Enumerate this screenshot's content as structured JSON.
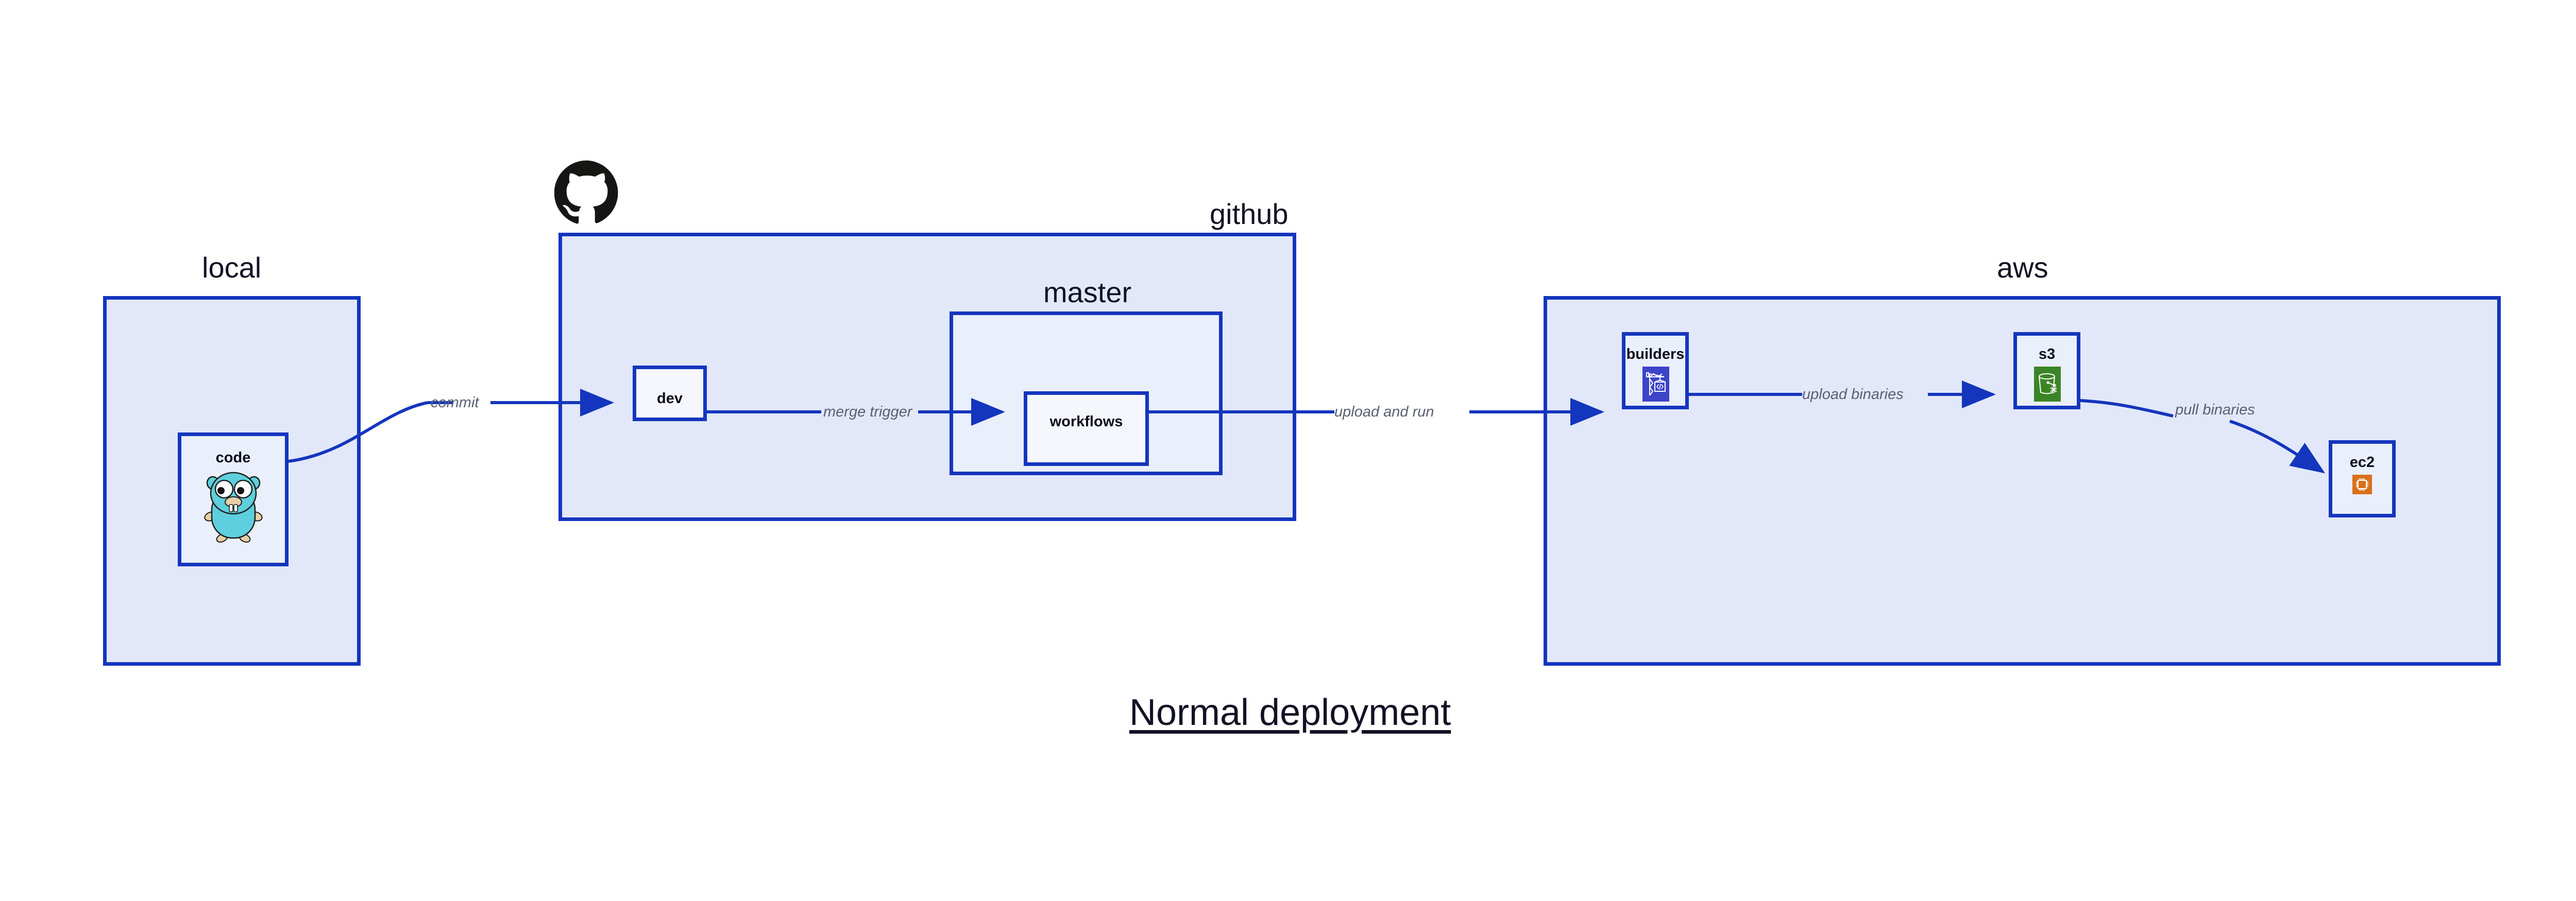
{
  "diagram": {
    "caption": "Normal deployment",
    "accent_border": "#1435bd",
    "group_fill": "#e2e8fa",
    "node_fill": "#eaeffc",
    "edge_label_color": "#5a6072",
    "title_color": "#121225"
  },
  "groups": [
    {
      "id": "local",
      "label": "local"
    },
    {
      "id": "github",
      "label": "github"
    },
    {
      "id": "aws",
      "label": "aws"
    }
  ],
  "subgroups": [
    {
      "id": "master",
      "label": "master",
      "parent": "github"
    }
  ],
  "nodes": [
    {
      "id": "code",
      "label": "code",
      "group": "local",
      "icon": "go-gopher-icon",
      "icon_color": "#5ecfdd"
    },
    {
      "id": "dev",
      "label": "dev",
      "group": "github",
      "icon": null,
      "icon_color": null
    },
    {
      "id": "workflows",
      "label": "workflows",
      "group": "master",
      "icon": null,
      "icon_color": null
    },
    {
      "id": "builders",
      "label": "builders",
      "group": "aws",
      "icon": "aws-codebuild-icon",
      "icon_color": "#3c44c8"
    },
    {
      "id": "s3",
      "label": "s3",
      "group": "aws",
      "icon": "aws-s3-bucket-icon",
      "icon_color": "#3c8527"
    },
    {
      "id": "ec2",
      "label": "ec2",
      "group": "aws",
      "icon": "aws-ec2-chip-icon",
      "icon_color": "#d9701a"
    }
  ],
  "edges": [
    {
      "id": "commit",
      "from": "code",
      "to": "dev",
      "label": "commit"
    },
    {
      "id": "merge-trigger",
      "from": "dev",
      "to": "workflows",
      "label": "merge trigger"
    },
    {
      "id": "upload-and-run",
      "from": "workflows",
      "to": "builders",
      "label": "upload and run"
    },
    {
      "id": "upload-binaries",
      "from": "builders",
      "to": "s3",
      "label": "upload binaries"
    },
    {
      "id": "pull-binaries",
      "from": "s3",
      "to": "ec2",
      "label": "pull binaries"
    }
  ],
  "logos": [
    {
      "id": "github-logo",
      "icon": "github-octocat-icon",
      "color": "#161614"
    }
  ]
}
